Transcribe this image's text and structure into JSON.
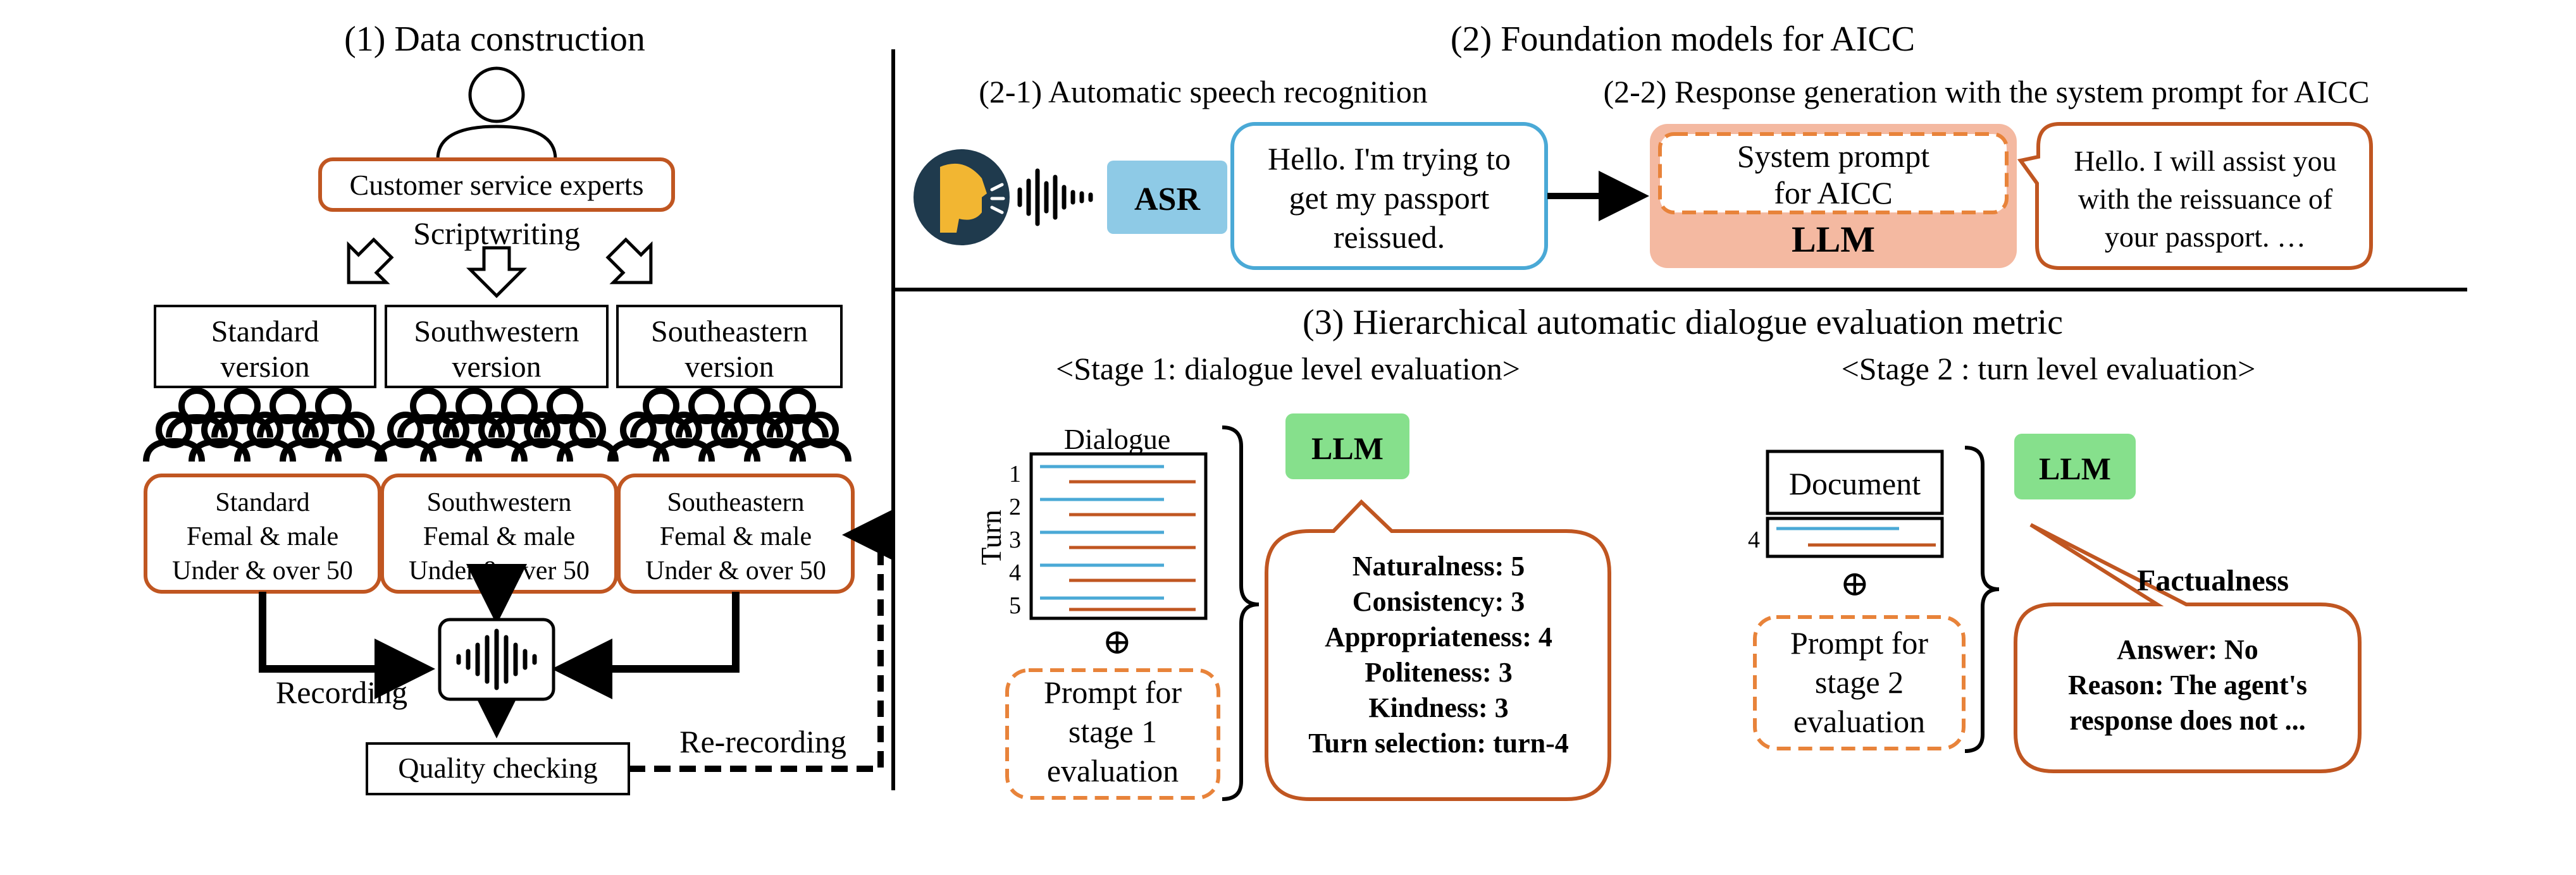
{
  "colors": {
    "orange": "#c05621",
    "orange_dashed": "#e8833a",
    "blue": "#4aa9d6",
    "asr_fill": "#8ecae6",
    "llm_green": "#86e08c",
    "llm_salmon": "#f4b9a1",
    "icon_dark": "#1f3a4d",
    "icon_face": "#f2b632"
  },
  "section1": {
    "title": "(1) Data construction",
    "experts": "Customer service experts",
    "scriptwriting": "Scriptwriting",
    "versions": [
      {
        "line1": "Standard",
        "line2": "version"
      },
      {
        "line1": "Southwestern",
        "line2": "version"
      },
      {
        "line1": "Southeastern",
        "line2": "version"
      }
    ],
    "groups": [
      {
        "line1": "Standard",
        "line2": "Femal & male",
        "line3": "Under & over 50"
      },
      {
        "line1": "Southwestern",
        "line2": "Femal & male",
        "line3": "Under & over 50"
      },
      {
        "line1": "Southeastern",
        "line2": "Femal & male",
        "line3": "Under & over 50"
      }
    ],
    "recording": "Recording",
    "quality": "Quality checking",
    "rerecording": "Re-recording"
  },
  "section2": {
    "title": "(2) Foundation models for AICC",
    "sub1": "(2-1) Automatic speech recognition",
    "sub2": "(2-2) Response generation with the system prompt for AICC",
    "asr": "ASR",
    "utterance": [
      "Hello. I'm trying to",
      "get my passport",
      "reissued."
    ],
    "system_prompt": [
      "System prompt",
      "for AICC"
    ],
    "llm": "LLM",
    "response": [
      "Hello. I will assist you",
      "with the reissuance of",
      "your passport. …"
    ]
  },
  "section3": {
    "title": "(3) Hierarchical automatic dialogue evaluation metric",
    "stage1": {
      "title": "<Stage 1: dialogue level evaluation>",
      "dialogue": "Dialogue",
      "turn": "Turn",
      "turn_numbers": [
        "1",
        "2",
        "3",
        "4",
        "5"
      ],
      "oplus": "⊕",
      "prompt": [
        "Prompt for",
        "stage 1",
        "evaluation"
      ],
      "llm": "LLM",
      "scores": [
        "Naturalness: 5",
        "Consistency: 3",
        "Appropriateness: 4",
        "Politeness: 3",
        "Kindness: 3",
        "Turn selection: turn-4"
      ]
    },
    "stage2": {
      "title": "<Stage 2 : turn level evaluation>",
      "document": "Document",
      "turn_number": "4",
      "oplus": "⊕",
      "prompt": [
        "Prompt for",
        "stage 2",
        "evaluation"
      ],
      "llm": "LLM",
      "factualness": "Factualness",
      "answer": [
        "Answer: No",
        "Reason: The agent's",
        "response does not ..."
      ]
    }
  }
}
